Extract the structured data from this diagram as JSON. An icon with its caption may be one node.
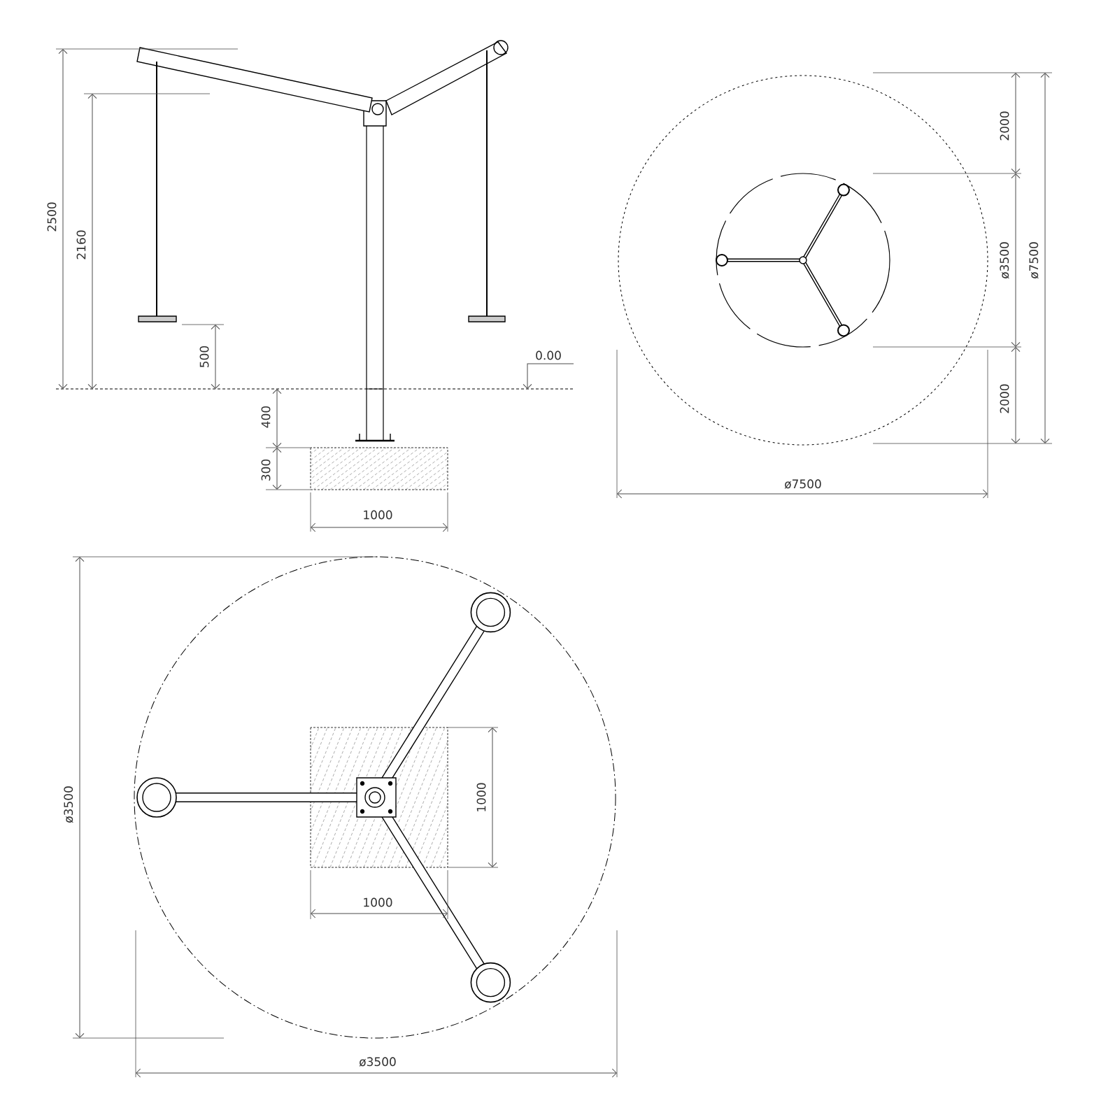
{
  "diagram": {
    "labels": [
      "2500",
      "2160",
      "500",
      "0.00",
      "400",
      "300",
      "1000",
      "2000",
      "ø3500",
      "ø7500",
      "2000",
      "ø7500",
      "1000",
      "1000",
      "ø3500",
      "ø3500"
    ]
  }
}
